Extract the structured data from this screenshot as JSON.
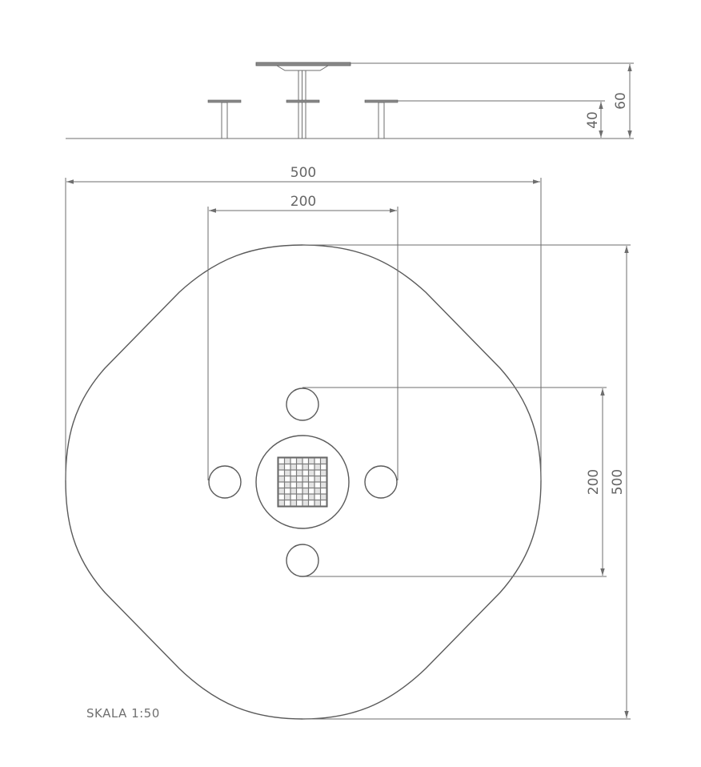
{
  "drawing": {
    "side_view": {
      "dim_table_height": "60",
      "dim_seat_height": "40"
    },
    "plan_view": {
      "dim_total_width": "500",
      "dim_seat_spacing_horizontal": "200",
      "dim_seat_spacing_vertical": "200",
      "dim_total_depth": "500",
      "chessboard": {
        "rows": 8,
        "cols": 8
      }
    },
    "scale_label": "SKALA 1:50"
  }
}
